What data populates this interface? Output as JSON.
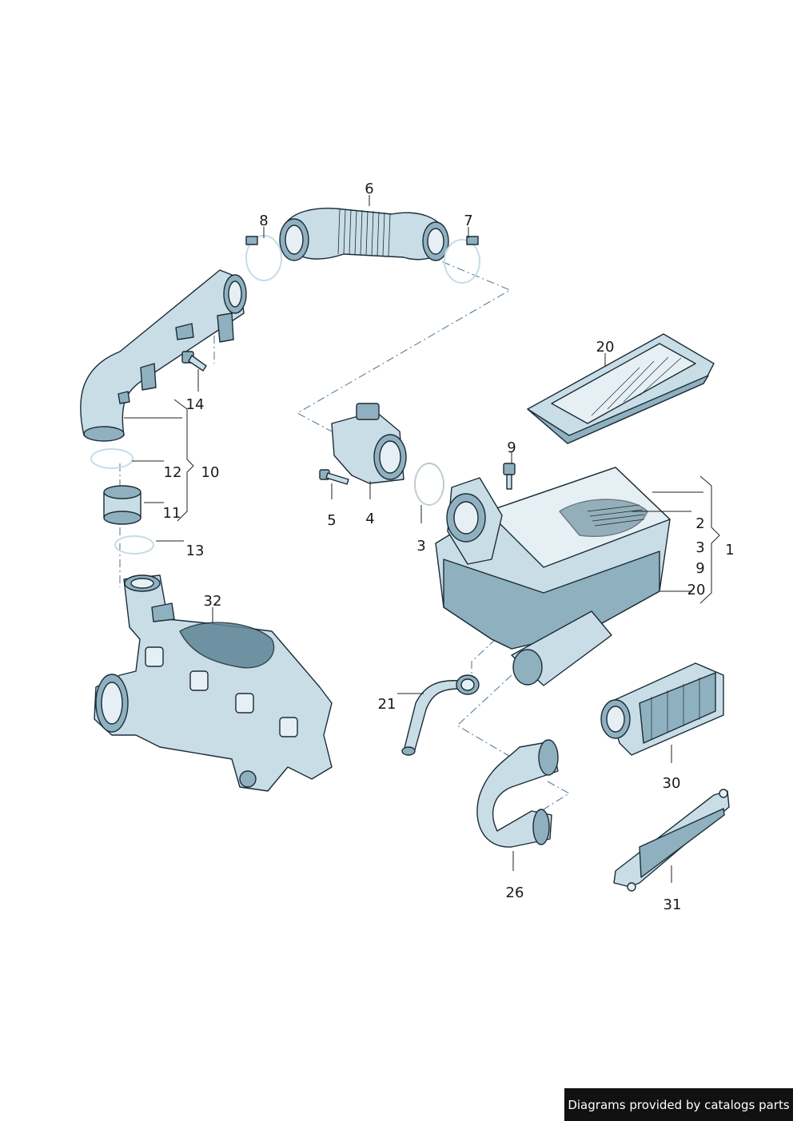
{
  "callouts": {
    "c1": "1",
    "c2": "2",
    "c3a": "3",
    "c3b": "3",
    "c4": "4",
    "c5": "5",
    "c6": "6",
    "c7": "7",
    "c8": "8",
    "c9a": "9",
    "c9b": "9",
    "c10": "10",
    "c11": "11",
    "c12": "12",
    "c13": "13",
    "c14": "14",
    "c20a": "20",
    "c20b": "20",
    "c21": "21",
    "c26": "26",
    "c30": "30",
    "c31": "31",
    "c32": "32"
  },
  "footer": {
    "credit": "Diagrams provided by catalogs parts"
  },
  "colors": {
    "part_fill": "#c9dde6",
    "part_shadow": "#8fb0bf",
    "outline": "#1b2c38",
    "leader_dash": "#5a7e9c"
  }
}
